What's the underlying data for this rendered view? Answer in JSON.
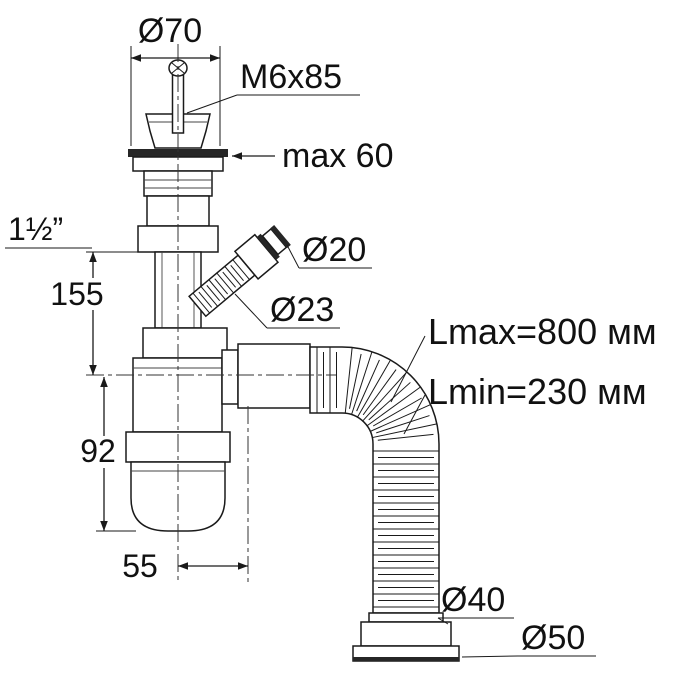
{
  "title": "Bottle trap siphon with flexible outlet hose — dimensional drawing",
  "labels": {
    "top_diameter": "Ø70",
    "screw_spec": "M6x85",
    "max_mount_depth": "max 60",
    "thread_size": "1½”",
    "height_upper": "155",
    "branch_tip_diameter": "Ø20",
    "branch_diameter": "Ø23",
    "hose_max_length": "Lmax=800 мм",
    "hose_min_length": "Lmin=230 мм",
    "height_lower": "92",
    "offset_bottom": "55",
    "outlet_diameter": "Ø40",
    "cuff_diameter": "Ø50"
  },
  "colors": {
    "line": "#1a1a1a",
    "background": "#ffffff"
  }
}
